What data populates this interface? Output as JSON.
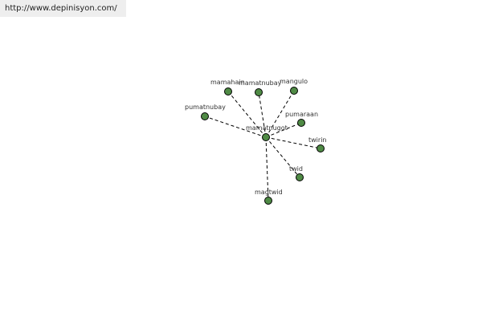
{
  "header": {
    "url": "http://www.depinisyon.com/"
  },
  "graph": {
    "center": {
      "id": "mamatnugot",
      "label": "mamatnugot"
    },
    "nodes": [
      {
        "id": "mamahain",
        "label": "mamahain"
      },
      {
        "id": "mamatnubay",
        "label": "mamatnubay"
      },
      {
        "id": "mangulo",
        "label": "mangulo"
      },
      {
        "id": "pumatnubay",
        "label": "pumatnubay"
      },
      {
        "id": "pumaraan",
        "label": "pumaraan"
      },
      {
        "id": "twirin",
        "label": "twirin"
      },
      {
        "id": "twid",
        "label": "twid"
      },
      {
        "id": "magtwid",
        "label": "magtwid"
      }
    ],
    "node_color": "#4f8a45",
    "edge_style": "dashed"
  }
}
